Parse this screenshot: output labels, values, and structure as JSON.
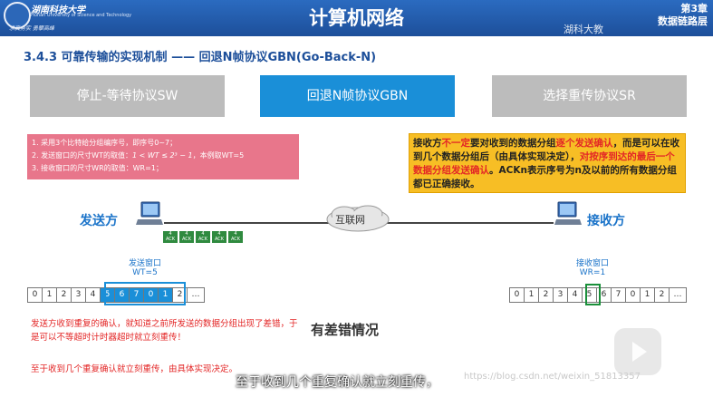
{
  "header": {
    "logo_main": "湖南科技大学",
    "logo_sub": "Hunan University of Science and Technology",
    "logo_motto": "求真务实  勇攀高峰",
    "title": "计算机网络",
    "chapter": "第3章",
    "chapter_name": "数据链路层",
    "institution": "湖科大教"
  },
  "section_title": "3.4.3 可靠传输的实现机制 —— 回退N帧协议GBN(Go-Back-N)",
  "tabs": [
    {
      "label": "停止-等待协议SW",
      "active": false
    },
    {
      "label": "回退N帧协议GBN",
      "active": true
    },
    {
      "label": "选择重传协议SR",
      "active": false
    }
  ],
  "rules": {
    "line1": "1. 采用3个比特给分组编序号，即序号0~7；",
    "line2a": "2. 发送窗口的尺寸WT的取值：",
    "line2_formula": "1 < WT ≤ 2³ − 1",
    "line2b": "，本例取WT=5",
    "line3": "3. 接收窗口的尺寸WR的取值：WR=1；"
  },
  "receiver_note": {
    "p1": "接收方",
    "p2": "不一定",
    "p3": "要对收到的数据分组",
    "p4": "逐个发送确认",
    "p5": "，而是可以在收到几个数据分组后（由具体实现决定），",
    "p6": "对按序到达的最后一个数据分组发送确认",
    "p7": "。ACKn表示序号为n及以前的所有数据分组都已正确接收。"
  },
  "sender_label": "发送方",
  "receiver_label": "接收方",
  "network_label": "互联网",
  "acks": [
    {
      "n": "4",
      "t": "ACK"
    },
    {
      "n": "4",
      "t": "ACK"
    },
    {
      "n": "4",
      "t": "ACK"
    },
    {
      "n": "4",
      "t": "ACK"
    },
    {
      "n": "4",
      "t": "ACK"
    }
  ],
  "send_window": {
    "title": "发送窗口",
    "size": "WT=5"
  },
  "recv_window": {
    "title": "接收窗口",
    "size": "WR=1"
  },
  "send_seq": [
    "0",
    "1",
    "2",
    "3",
    "4",
    "5",
    "6",
    "7",
    "0",
    "1",
    "2",
    "…"
  ],
  "recv_seq": [
    "0",
    "1",
    "2",
    "3",
    "4",
    "5",
    "6",
    "7",
    "0",
    "1",
    "2",
    "…"
  ],
  "sender_note": "发送方收到重复的确认，就知道之前所发送的数据分组出现了差错，于是可以不等超时计时器超时就立刻重传！",
  "error_title": "有差错情况",
  "footer_note": "至于收到几个重复确认就立刻重传，由具体实现决定。",
  "subtitle": "至于收到几个重复确认就立刻重传，",
  "watermark": "https://blog.csdn.net/weixin_51813357",
  "colors": {
    "accent": "#1a8fd8",
    "header": "#1d4f9a",
    "pink": "#e8768b",
    "yellow": "#f7be25",
    "ack": "#2f8a3f",
    "red": "#e32626"
  }
}
